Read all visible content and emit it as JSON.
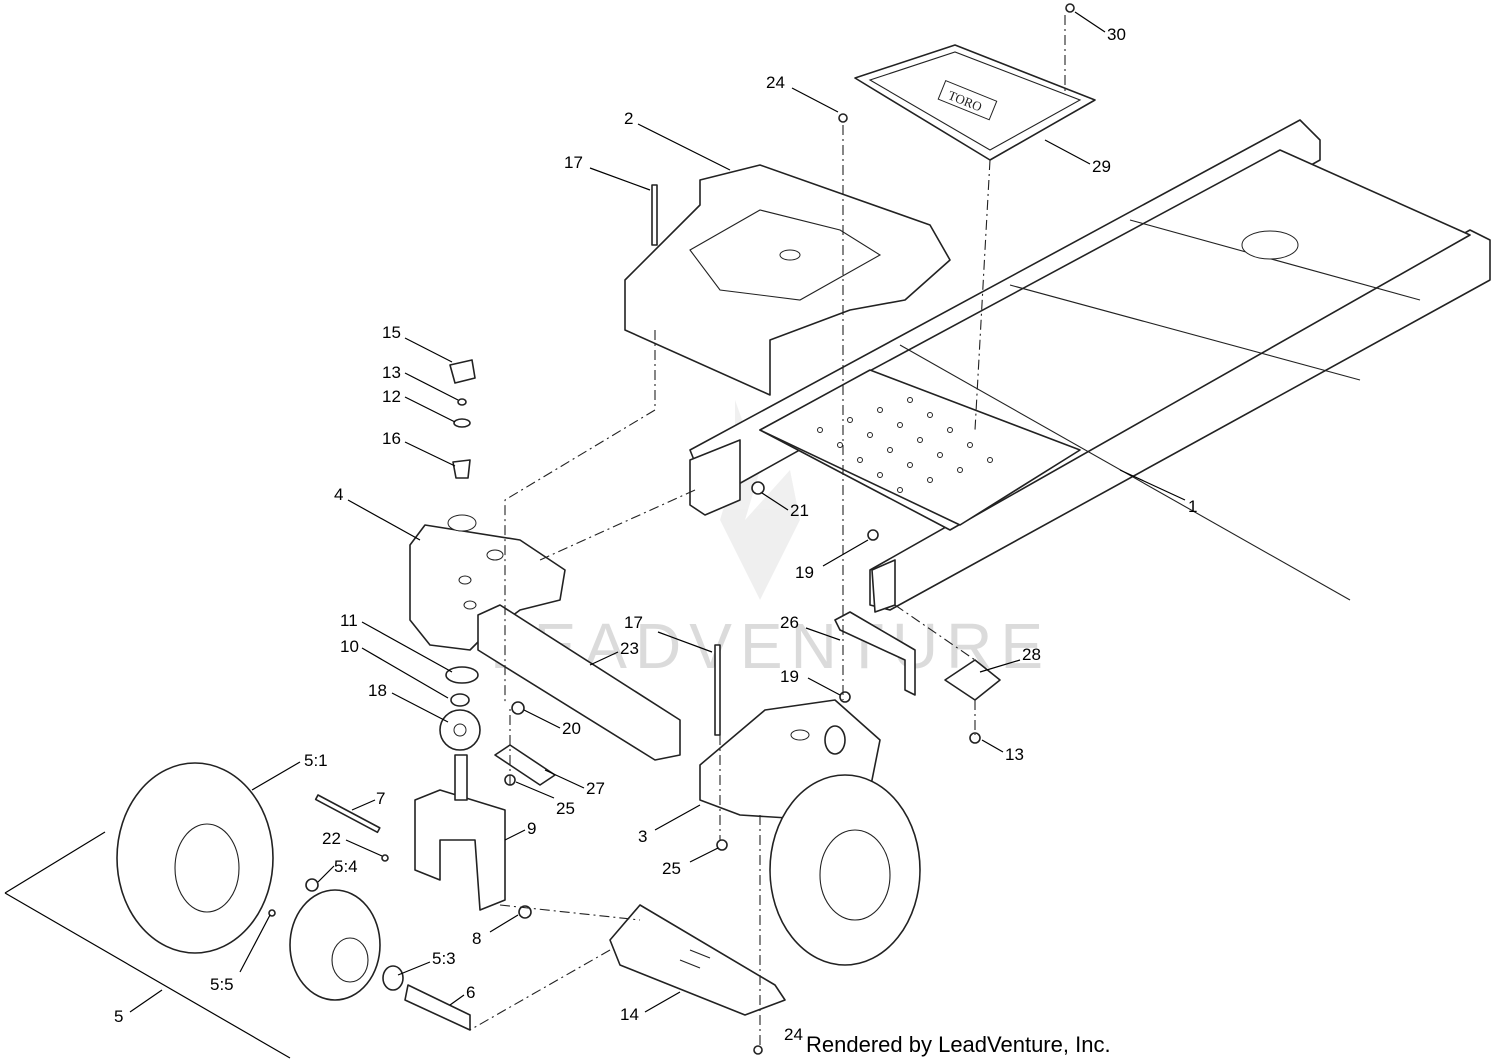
{
  "footer": {
    "prefix": "24",
    "text": "Rendered by LeadVenture, Inc."
  },
  "watermark": {
    "text": "LEADVENTURE"
  },
  "plate_logo": {
    "text": "TORO"
  },
  "callouts": {
    "c1": "1",
    "c2": "2",
    "c3": "3",
    "c4": "4",
    "c5": "5",
    "c5_1": "5:1",
    "c5_3": "5:3",
    "c5_4": "5:4",
    "c5_5": "5:5",
    "c6": "6",
    "c7": "7",
    "c8": "8",
    "c9": "9",
    "c10": "10",
    "c11": "11",
    "c12": "12",
    "c13a": "13",
    "c13b": "13",
    "c14": "14",
    "c15": "15",
    "c16": "16",
    "c17a": "17",
    "c17b": "17",
    "c18": "18",
    "c19a": "19",
    "c19b": "19",
    "c20": "20",
    "c21": "21",
    "c22": "22",
    "c23": "23",
    "c24a": "24",
    "c25a": "25",
    "c25b": "25",
    "c26": "26",
    "c27": "27",
    "c28": "28",
    "c29": "29",
    "c30": "30"
  }
}
